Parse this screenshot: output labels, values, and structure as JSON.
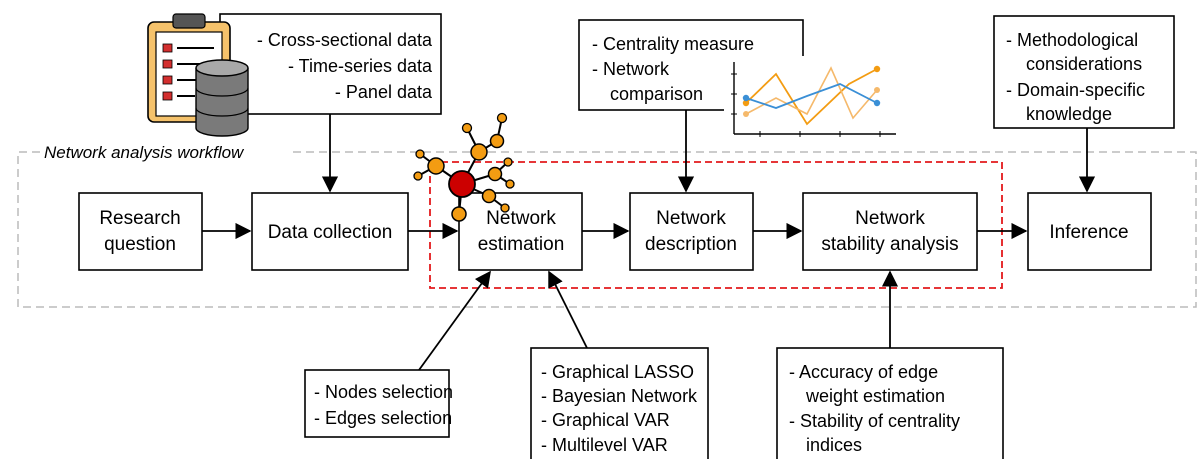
{
  "workflow_title": "Network analysis workflow",
  "steps": {
    "research_question": [
      "Research",
      "question"
    ],
    "data_collection": "Data collection",
    "network_estimation": [
      "Network",
      "estimation"
    ],
    "network_description": [
      "Network",
      "description"
    ],
    "network_stability": [
      "Network",
      "stability analysis"
    ],
    "inference": "Inference"
  },
  "notes": {
    "data_types": [
      "- Cross-sectional data",
      "- Time-series data",
      "- Panel data"
    ],
    "description_methods": [
      "- Centrality measure",
      "- Network",
      "comparison"
    ],
    "inference_considerations": [
      "- Methodological",
      "considerations",
      "- Domain-specific",
      "knowledge"
    ],
    "selection": [
      "- Nodes selection",
      "- Edges selection"
    ],
    "estimation_methods": [
      "- Graphical LASSO",
      "- Bayesian Network",
      "- Graphical VAR",
      "- Multilevel VAR"
    ],
    "stability_methods": [
      "- Accuracy of edge",
      "weight estimation",
      "- Stability of centrality",
      "indices"
    ]
  },
  "icons": {
    "clipboard": "clipboard-checklist-icon",
    "database": "database-icon",
    "network": "network-graph-icon",
    "line_chart": "line-chart-icon"
  },
  "colors": {
    "highlight_border": "#e31a1c",
    "node_center": "#cc0000",
    "node_outer": "#f39c12",
    "chart_orange": "#f39c12",
    "chart_blue": "#3a8fd6",
    "chart_lightorange": "#f5b96b",
    "dashed_frame": "#bbbbbb"
  }
}
